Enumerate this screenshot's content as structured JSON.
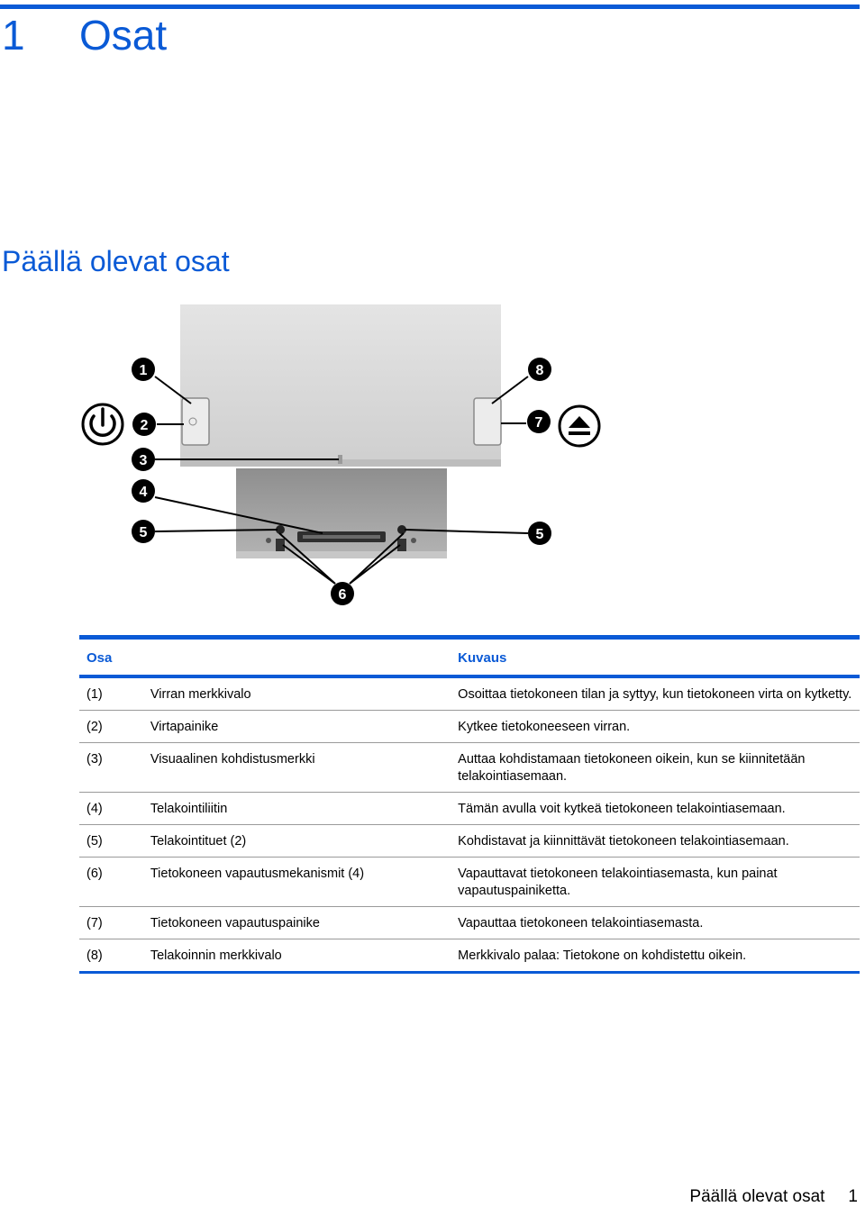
{
  "chapter": {
    "number": "1",
    "title": "Osat"
  },
  "section_title": "Päällä olevat osat",
  "figure": {
    "callouts": [
      "1",
      "2",
      "3",
      "4",
      "5",
      "5",
      "6",
      "7",
      "8"
    ],
    "icons": [
      "power-icon",
      "eject-icon"
    ]
  },
  "table": {
    "headers": {
      "part": "Osa",
      "description": "Kuvaus"
    },
    "rows": [
      {
        "num": "(1)",
        "part": "Virran merkkivalo",
        "desc": "Osoittaa tietokoneen tilan ja syttyy, kun tietokoneen virta on kytketty."
      },
      {
        "num": "(2)",
        "part": "Virtapainike",
        "desc": "Kytkee tietokoneeseen virran."
      },
      {
        "num": "(3)",
        "part": "Visuaalinen kohdistusmerkki",
        "desc": "Auttaa kohdistamaan tietokoneen oikein, kun se kiinnitetään telakointiasemaan."
      },
      {
        "num": "(4)",
        "part": "Telakointiliitin",
        "desc": "Tämän avulla voit kytkeä tietokoneen telakointiasemaan."
      },
      {
        "num": "(5)",
        "part": "Telakointituet (2)",
        "desc": "Kohdistavat ja kiinnittävät tietokoneen telakointiasemaan."
      },
      {
        "num": "(6)",
        "part": "Tietokoneen vapautusmekanismit (4)",
        "desc": "Vapauttavat tietokoneen telakointiasemasta, kun painat vapautuspainiketta."
      },
      {
        "num": "(7)",
        "part": "Tietokoneen vapautuspainike",
        "desc": "Vapauttaa tietokoneen telakointiasemasta."
      },
      {
        "num": "(8)",
        "part": "Telakoinnin merkkivalo",
        "desc": "Merkkivalo palaa: Tietokone on kohdistettu oikein."
      }
    ]
  },
  "footer": {
    "section": "Päällä olevat osat",
    "page": "1"
  },
  "colors": {
    "accent": "#0a5ad6",
    "rule": "#9a9a9a"
  }
}
